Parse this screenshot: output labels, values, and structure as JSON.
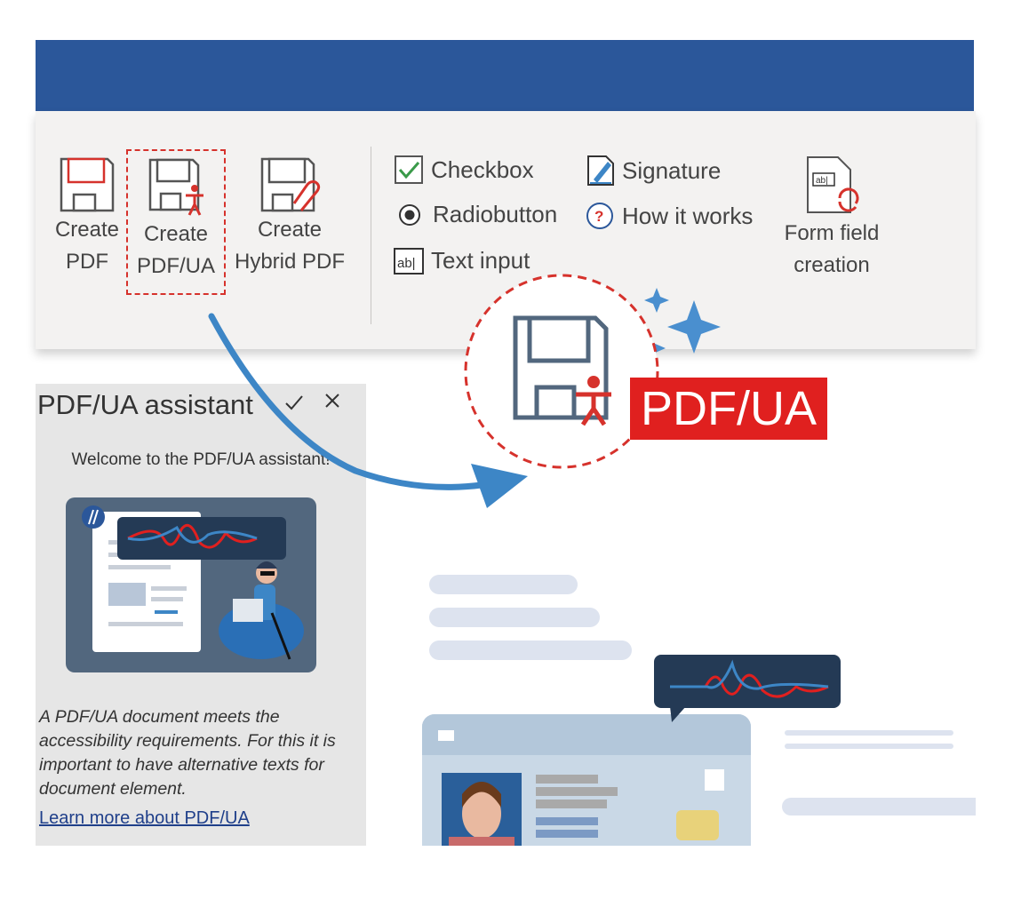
{
  "ribbon": {
    "create_pdf": [
      "Create",
      "PDF"
    ],
    "create_pdfua": [
      "Create",
      "PDF/UA"
    ],
    "create_hybrid": [
      "Create",
      "Hybrid PDF"
    ],
    "checkbox": "Checkbox",
    "radiobutton": "Radiobutton",
    "text_input": "Text input",
    "signature": "Signature",
    "how_it_works": "How it works",
    "form_field": [
      "Form field",
      "creation"
    ]
  },
  "assistant": {
    "title": "PDF/UA assistant",
    "welcome": "Welcome to the PDF/UA assistant!",
    "description": "A PDF/UA document meets the accessibility requirements. For this it is important to have alternative texts for document element.",
    "link": "Learn more about PDF/UA"
  },
  "callout": {
    "badge": "PDF/UA"
  },
  "colors": {
    "titlebar": "#2b579a",
    "accent_red": "#e0201f",
    "arrow_blue": "#3d86c6"
  },
  "icons": [
    "floppy-disk-icon",
    "accessibility-person-icon",
    "paperclip-icon",
    "checkbox-icon",
    "radio-icon",
    "text-field-icon",
    "signature-icon",
    "help-icon",
    "form-field-icon",
    "sparkle-icon",
    "close-icon",
    "pin-icon"
  ]
}
